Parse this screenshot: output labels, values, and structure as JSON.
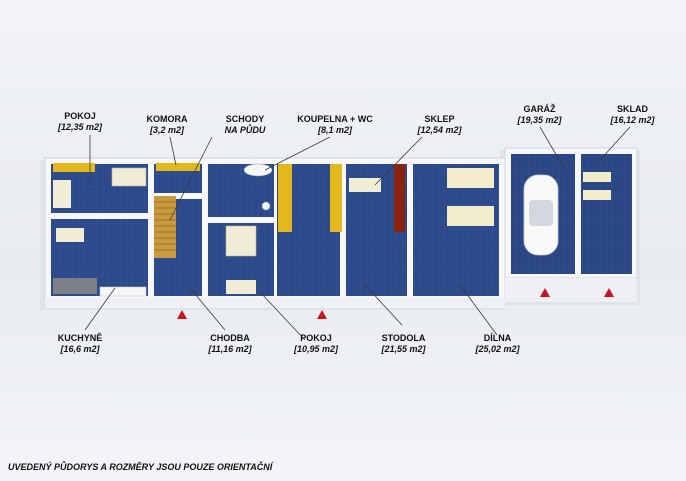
{
  "rooms": {
    "pokoj1": {
      "name": "POKOJ",
      "area": "[12,35 m2]"
    },
    "komora": {
      "name": "KOMORA",
      "area": "[3,2 m2]"
    },
    "schody": {
      "name": "SCHODY",
      "area": "NA PŮDU"
    },
    "koupelna": {
      "name": "KOUPELNA + WC",
      "area": "[8,1 m2]"
    },
    "sklep": {
      "name": "SKLEP",
      "area": "[12,54 m2]"
    },
    "garaz": {
      "name": "GARÁŽ",
      "area": "[19,35 m2]"
    },
    "sklad": {
      "name": "SKLAD",
      "area": "[16,12 m2]"
    },
    "kuchyne": {
      "name": "KUCHYNĚ",
      "area": "[16,6 m2]"
    },
    "chodba": {
      "name": "CHODBA",
      "area": "[11,16 m2]"
    },
    "pokoj2": {
      "name": "POKOJ",
      "area": "[10,95 m2]"
    },
    "stodola": {
      "name": "STODOLA",
      "area": "[21,55 m2]"
    },
    "dilna": {
      "name": "DÍLNA",
      "area": "[25,02 m2]"
    }
  },
  "footer": "UVEDENÝ PŮDORYS A ROZMĚRY JSOU POUZE ORIENTAČNÍ",
  "colors": {
    "floor": "#2c4a8a",
    "wall": "#f7f7f7",
    "cabinet": "#e3b81c",
    "entrance": "#d0101a",
    "leader": "#3a3a3a"
  }
}
